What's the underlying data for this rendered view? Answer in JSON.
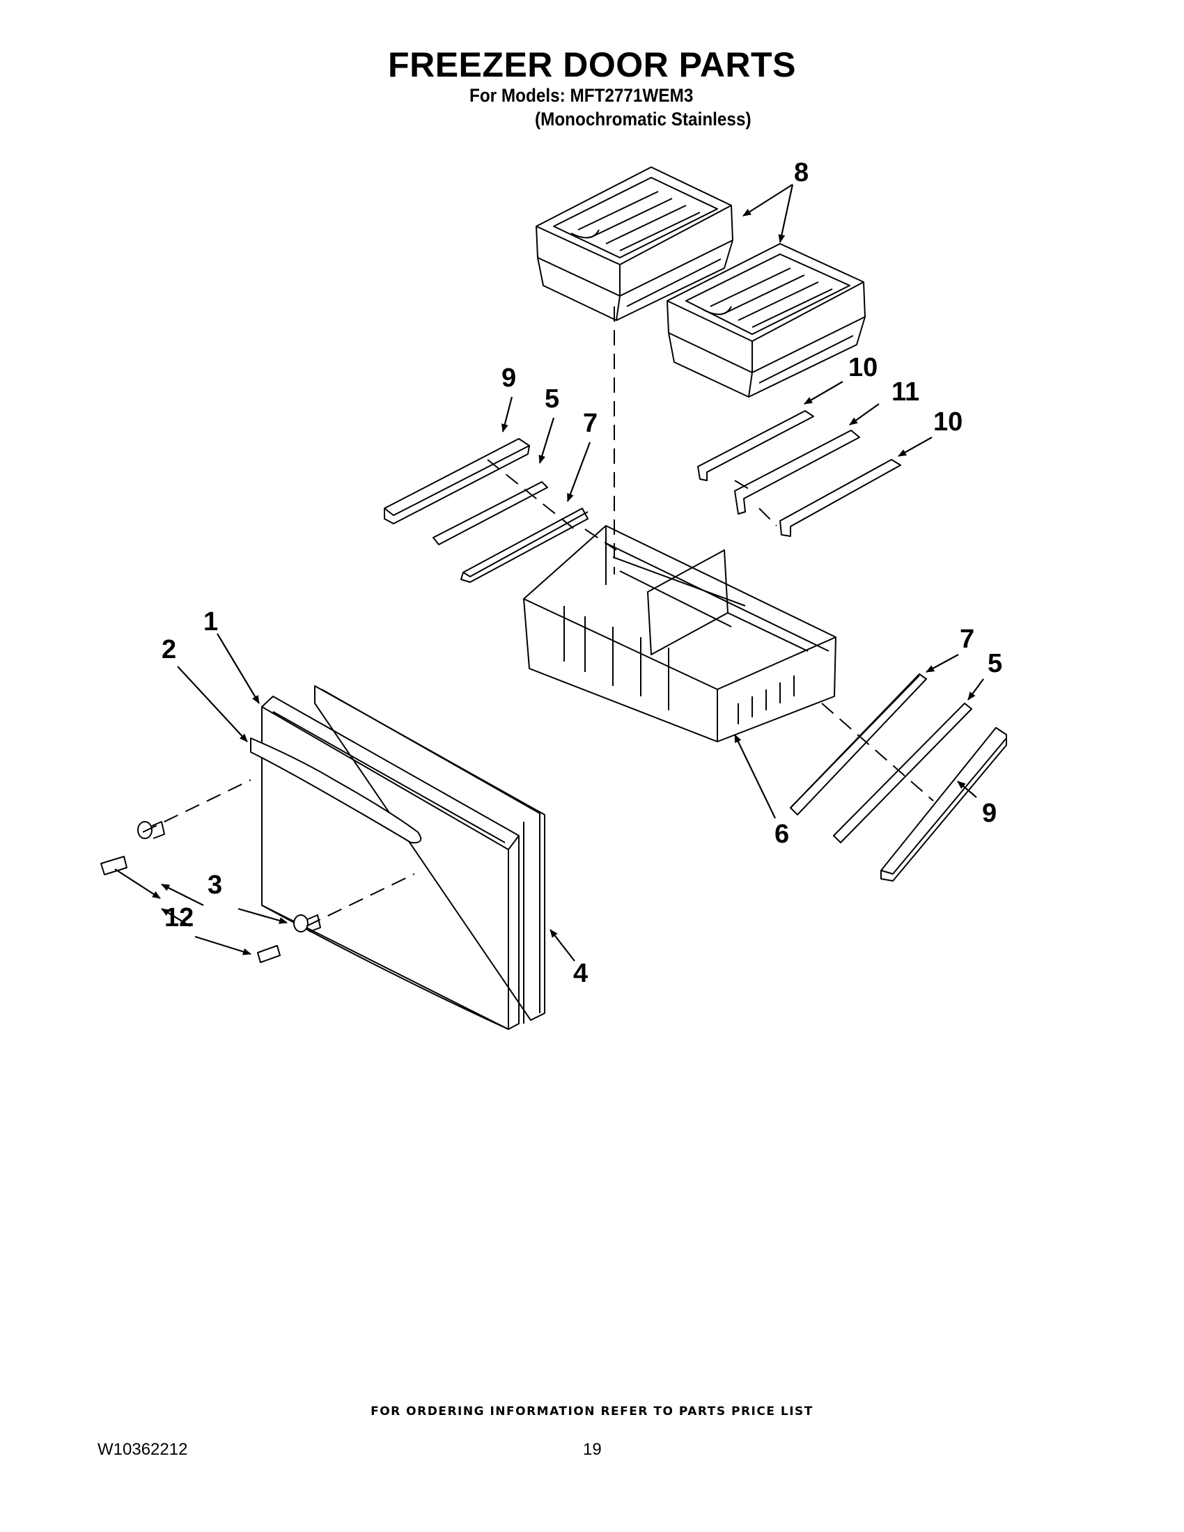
{
  "header": {
    "title": "FREEZER DOOR PARTS",
    "models_line": "For Models: MFT2771WEM3",
    "variant_line": "(Monochromatic Stainless)"
  },
  "callouts": [
    {
      "id": "c8",
      "label": "8"
    },
    {
      "id": "c10a",
      "label": "10"
    },
    {
      "id": "c11",
      "label": "11"
    },
    {
      "id": "c10b",
      "label": "10"
    },
    {
      "id": "c9a",
      "label": "9"
    },
    {
      "id": "c5a",
      "label": "5"
    },
    {
      "id": "c7a",
      "label": "7"
    },
    {
      "id": "c1",
      "label": "1"
    },
    {
      "id": "c2",
      "label": "2"
    },
    {
      "id": "c7b",
      "label": "7"
    },
    {
      "id": "c5b",
      "label": "5"
    },
    {
      "id": "c6",
      "label": "6"
    },
    {
      "id": "c9b",
      "label": "9"
    },
    {
      "id": "c3",
      "label": "3"
    },
    {
      "id": "c12",
      "label": "12"
    },
    {
      "id": "c4",
      "label": "4"
    }
  ],
  "footer": {
    "note": "FOR ORDERING INFORMATION REFER TO PARTS PRICE LIST",
    "doc_number": "W10362212",
    "page_number": "19"
  }
}
